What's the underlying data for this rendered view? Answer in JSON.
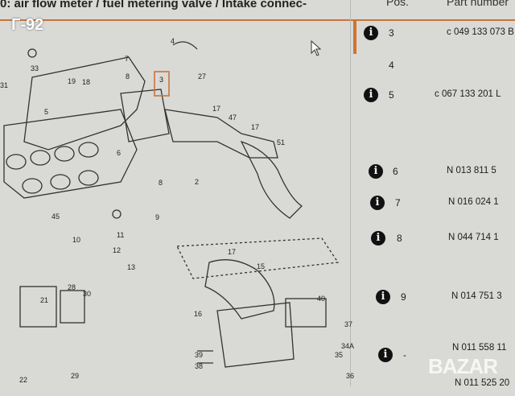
{
  "header": {
    "title": "0: air flow meter / fuel metering valve / Intake connec-",
    "col_pos": "Pos.",
    "col_part": "Part number"
  },
  "badge": "Г-92",
  "colors": {
    "accent": "#d0742e",
    "background": "#d9d9d6"
  },
  "parts": [
    {
      "pos": "3",
      "part": "c 049 133 073 B",
      "info": true
    },
    {
      "pos": "4",
      "part": "",
      "info": false
    },
    {
      "pos": "5",
      "part": "c 067 133 201 L",
      "info": true
    },
    {
      "pos": "6",
      "part": "N  013 811 5",
      "info": true
    },
    {
      "pos": "7",
      "part": "N  016 024 1",
      "info": true
    },
    {
      "pos": "8",
      "part": "N  044 714 1",
      "info": true
    },
    {
      "pos": "9",
      "part": "N  014 751 3",
      "info": true
    },
    {
      "pos": "-",
      "part": "N  011 558 11",
      "info": true
    },
    {
      "pos": "",
      "part": "N  011 525 20",
      "info": true
    }
  ],
  "diagram": {
    "callouts": [
      "33",
      "31",
      "7",
      "4",
      "19",
      "18",
      "8",
      "3",
      "27",
      "5",
      "17",
      "47",
      "17",
      "51",
      "6",
      "8",
      "2",
      "45",
      "9",
      "11",
      "10",
      "12",
      "13",
      "17",
      "15",
      "28",
      "30",
      "21",
      "40",
      "37",
      "16",
      "34A",
      "35",
      "39",
      "38",
      "36",
      "22",
      "29"
    ]
  },
  "watermark": "BAZAR"
}
